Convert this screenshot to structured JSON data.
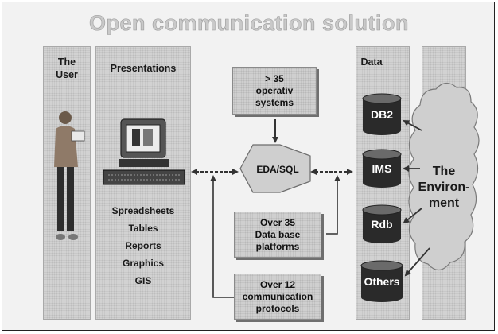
{
  "title": "Open communication solution",
  "columns": {
    "user": "The\nUser",
    "presentations": "Presentations",
    "data": "Data"
  },
  "presentation_items": [
    "Spreadsheets",
    "Tables",
    "Reports",
    "Graphics",
    "GIS"
  ],
  "center": {
    "operating_systems": "> 35\noperativ\nsystems",
    "eda_sql": "EDA/SQL",
    "database_platforms": "Over 35\nData base\nplatforms",
    "protocols": "Over 12\ncommunication\nprotocols"
  },
  "databases": [
    "DB2",
    "IMS",
    "Rdb",
    "Others"
  ],
  "environment": "The\nEnviron-\nment",
  "colors": {
    "panel": "#d2d2d2",
    "database": "#2a2a2a",
    "cloud": "#cfcfcf",
    "title": "#c9c9c9"
  }
}
